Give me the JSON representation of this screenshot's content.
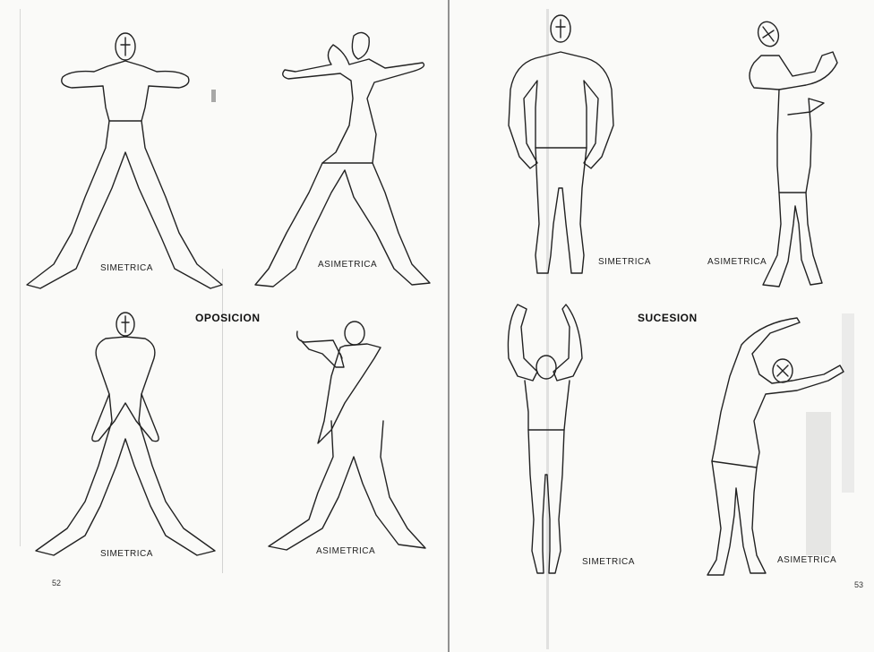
{
  "section_headers": {
    "left": "OPOSICION",
    "right": "SUCESION"
  },
  "labels": {
    "fig1": "SIMETRICA",
    "fig2": "ASIMETRICA",
    "fig3": "SIMETRICA",
    "fig4": "ASIMETRICA",
    "fig5": "SIMETRICA",
    "fig6": "ASIMETRICA",
    "fig7": "SIMETRICA",
    "fig8": "ASIMETRICA"
  },
  "page_numbers": {
    "left": "52",
    "right": "53"
  }
}
